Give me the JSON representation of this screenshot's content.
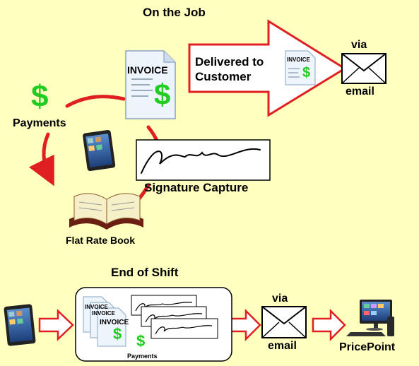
{
  "top": {
    "title": "On the Job",
    "payments_label": "Payments",
    "dollar": "$",
    "invoice_label": "INVOICE",
    "delivered_label": "Delivered to\nCustomer",
    "via_label": "via",
    "email_label": "email",
    "signature_label": "Signature Capture",
    "book_label": "Flat Rate Book"
  },
  "bottom": {
    "title": "End of Shift",
    "invoice_label": "INVOICE",
    "payments_label": "Payments",
    "dollar": "$",
    "via_label": "via",
    "email_label": "email",
    "pricepoint_label": "PricePoint"
  },
  "colors": {
    "background": "#ffffc0",
    "arrow_red": "#e02020",
    "dollar_green": "#22cc22",
    "tablet_dark": "#222222"
  }
}
